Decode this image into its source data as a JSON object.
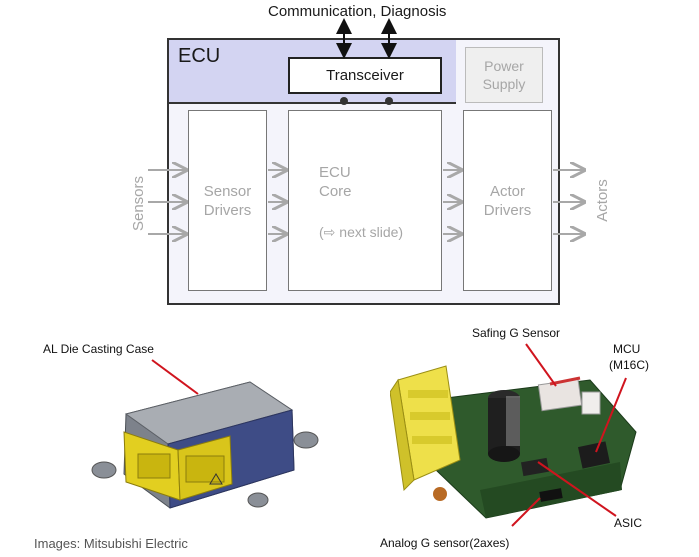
{
  "diagram": {
    "top_label": "Communication, Diagnosis",
    "ecu_label": "ECU",
    "transceiver": "Transceiver",
    "power_supply": [
      "Power",
      "Supply"
    ],
    "sensors": "Sensors",
    "actors": "Actors",
    "sensor_drivers": [
      "Sensor",
      "Drivers"
    ],
    "ecu_core": [
      "ECU",
      "Core"
    ],
    "ecu_core_note": "(⇨ next slide)",
    "actor_drivers": [
      "Actor",
      "Drivers"
    ]
  },
  "photos": {
    "left_caption": "AL Die Casting Case",
    "safing": "Safing G Sensor",
    "mcu": [
      "MCU",
      "(M16C)"
    ],
    "asic": "ASIC",
    "analog": "Analog G sensor(2axes)",
    "credit": "Images: Mitsubishi Electric"
  },
  "colors": {
    "band": "#d3d4f2",
    "panel": "#f4f4fb",
    "dim_text": "#a6a6a6",
    "pointer": "#d0141e"
  }
}
